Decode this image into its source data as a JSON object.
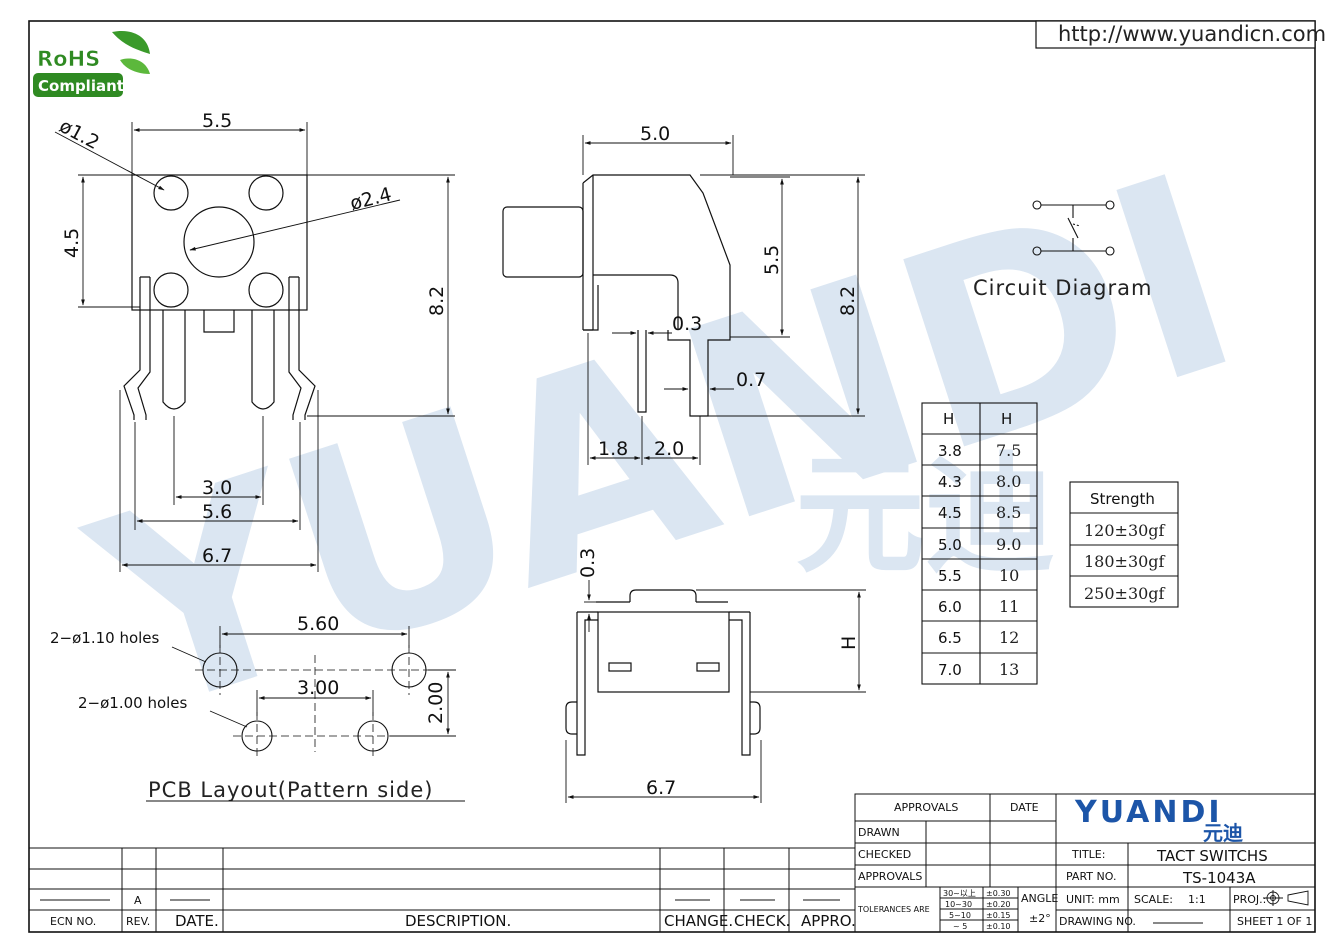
{
  "header": {
    "url": "http://www.yuandicn.com"
  },
  "logo": {
    "line1": "RoHS",
    "line2": "Compliant"
  },
  "watermark": {
    "latin": "YUANDI",
    "cjk": "元迪"
  },
  "top_view": {
    "d_small": "ø1.2",
    "d_big": "ø2.4",
    "w55": "5.5",
    "h45": "4.5",
    "h82": "8.2",
    "w30": "3.0",
    "w56": "5.6",
    "w67": "6.7"
  },
  "side_view": {
    "w50": "5.0",
    "h55": "5.5",
    "h82": "8.2",
    "t03": "0.3",
    "t07": "0.7",
    "w18": "1.8",
    "w20": "2.0"
  },
  "circuit": {
    "label": "Circuit  Diagram"
  },
  "h_table": {
    "headers": [
      "H",
      "H"
    ],
    "rows": [
      [
        "3.8",
        "7.5"
      ],
      [
        "4.3",
        "8.0"
      ],
      [
        "4.5",
        "8.5"
      ],
      [
        "5.0",
        "9.0"
      ],
      [
        "5.5",
        "10"
      ],
      [
        "6.0",
        "11"
      ],
      [
        "6.5",
        "12"
      ],
      [
        "7.0",
        "13"
      ]
    ]
  },
  "strength_table": {
    "header": "Strength",
    "rows": [
      "120±30gf",
      "180±30gf",
      "250±30gf"
    ]
  },
  "front_view": {
    "t03": "0.3",
    "h": "H",
    "w67": "6.7"
  },
  "pcb": {
    "holes_a": "2−ø1.10  holes",
    "holes_b": "2−ø1.00  holes",
    "w560": "5.60",
    "w300": "3.00",
    "h200": "2.00",
    "caption": "PCB  Layout(Pattern  side)"
  },
  "title_block": {
    "approvals": "APPROVALS",
    "date": "DATE",
    "drawn": "DRAWN",
    "checked": "CHECKED",
    "approvals2": "APPROVALS",
    "brand": "YUANDI",
    "brand_cjk": "元迪",
    "title_lbl": "TITLE:",
    "title_val": "TACT  SWITCHS",
    "part_lbl": "PART  NO.",
    "part_val": "TS-1043A",
    "tol_lbl": "TOLERANCES  ARE",
    "tol_rows": [
      [
        "30~以上",
        "±0.30"
      ],
      [
        "10~30",
        "±0.20"
      ],
      [
        "5~10",
        "±0.15"
      ],
      [
        "~ 5",
        "±0.10"
      ]
    ],
    "angle_lbl": "ANGLE",
    "angle_val": "±2°",
    "unit_lbl": "UNIT:  mm",
    "scale_lbl": "SCALE:",
    "scale_val": "1:1",
    "proj_lbl": "PROJ.:",
    "drawing_lbl": "DRAWING  NO.",
    "drawing_val": "————",
    "sheet_lbl": "SHEET   1   OF   1"
  },
  "revision_block": {
    "ecn": "ECN  NO.",
    "rev": "REV.",
    "date": "DATE.",
    "desc": "DESCRIPTION.",
    "change": "CHANGE.",
    "check": "CHECK.",
    "appro": "APPRO.",
    "rev_val": "A"
  }
}
